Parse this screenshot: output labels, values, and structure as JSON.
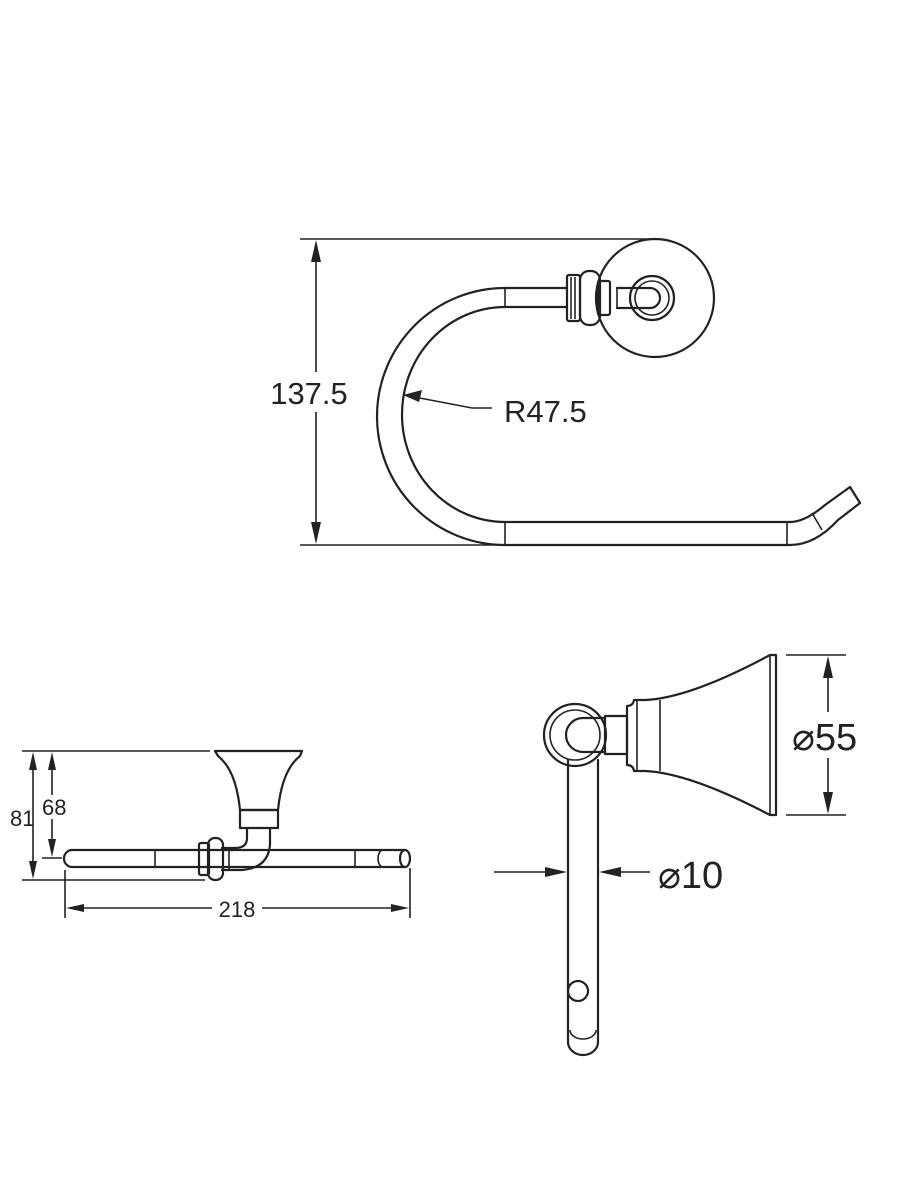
{
  "top_view": {
    "height_dim": "137.5",
    "radius_dim": "R47.5"
  },
  "front_view": {
    "overall_height_dim": "81",
    "axis_height_dim": "68",
    "width_dim": "218"
  },
  "side_view": {
    "flange_diameter_dim": "⌀55",
    "tube_diameter_dim": "⌀10"
  },
  "colors": {
    "line": "#222222",
    "background": "#ffffff"
  }
}
